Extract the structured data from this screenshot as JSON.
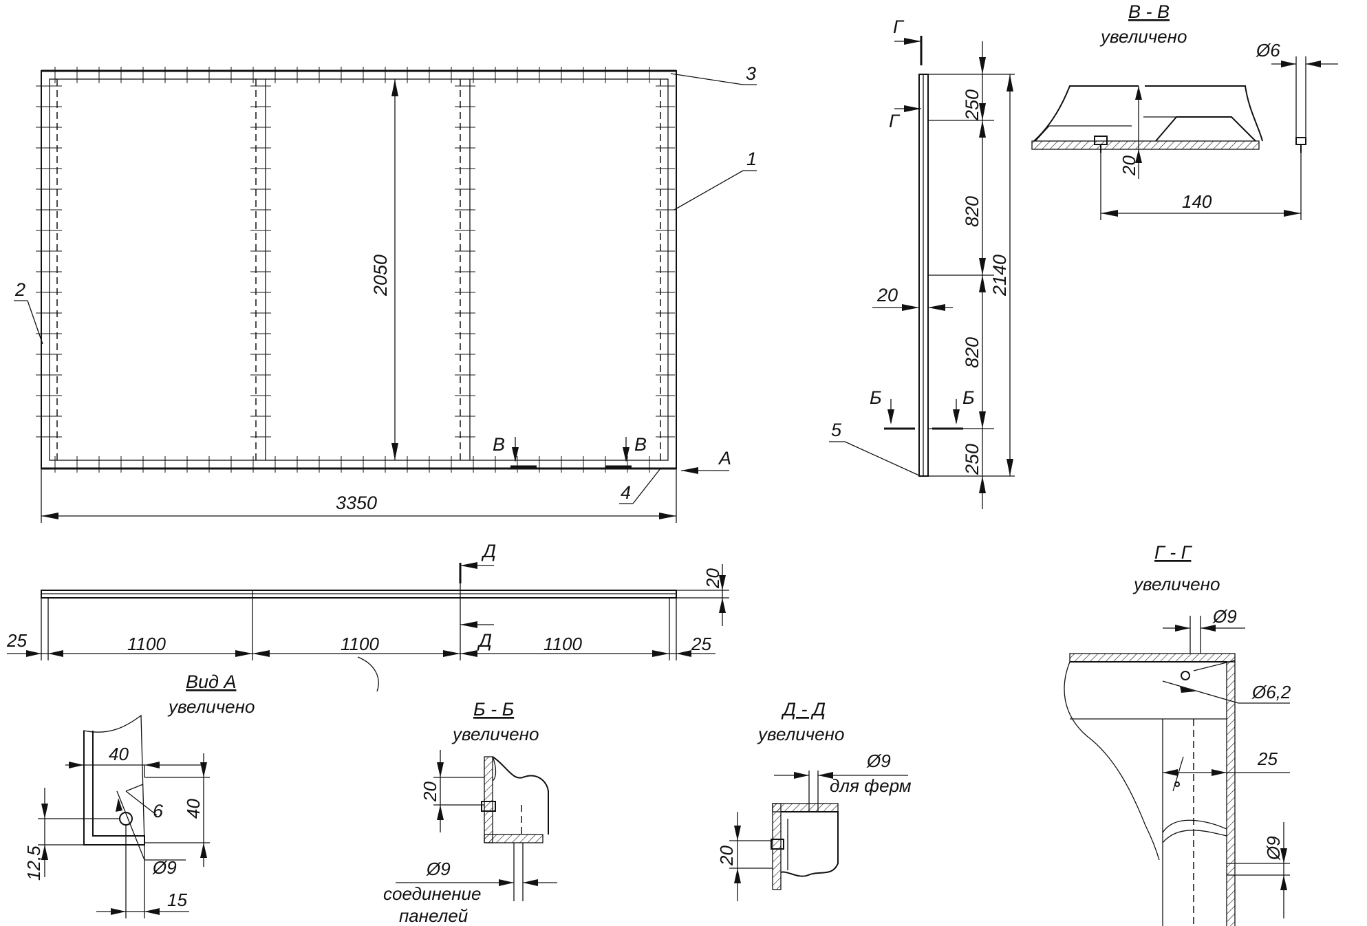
{
  "main_view": {
    "dims": {
      "height": "2050",
      "width": "3350"
    },
    "leaders": {
      "p1": "1",
      "p2": "2",
      "p3": "3",
      "p4": "4"
    },
    "sections": {
      "v_left": "В",
      "v_right": "В",
      "view_a": "А"
    }
  },
  "side_view": {
    "section_g_top": "Г",
    "section_g_bot": "Г",
    "section_b_left": "Б",
    "section_b_right": "Б",
    "dims": {
      "d250_top": "250",
      "d820_a": "820",
      "d820_b": "820",
      "d250_bot": "250",
      "d2140": "2140",
      "d20": "20"
    },
    "leader5": "5"
  },
  "section_vv": {
    "title": "В - В",
    "subtitle": "увеличено",
    "d6": "Ø6",
    "d20": "20",
    "d140": "140"
  },
  "bottom_view": {
    "section_d_top": "Д",
    "section_d_bot": "Д",
    "dims": {
      "d20": "20",
      "d25_left": "25",
      "d1100_a": "1100",
      "d1100_b": "1100",
      "d1100_c": "1100",
      "d25_right": "25"
    }
  },
  "view_a": {
    "title": "Вид А",
    "subtitle": "увеличено",
    "d40_h": "40",
    "d40_v": "40",
    "d12_5": "12,5",
    "d9": "Ø9",
    "d15": "15",
    "leader6": "6"
  },
  "section_bb": {
    "title": "Б - Б",
    "subtitle": "увеличено",
    "d20": "20",
    "d9": "Ø9",
    "note1": "соединение",
    "note2": "панелей"
  },
  "section_dd": {
    "title": "Д - Д",
    "subtitle": "увеличено",
    "d9": "Ø9",
    "note": "для ферм",
    "d20": "20"
  },
  "section_gg": {
    "title": "Г - Г",
    "subtitle": "увеличено",
    "d9_top": "Ø9",
    "d6_2": "Ø6,2",
    "d25": "25",
    "d9_side": "Ø9"
  }
}
